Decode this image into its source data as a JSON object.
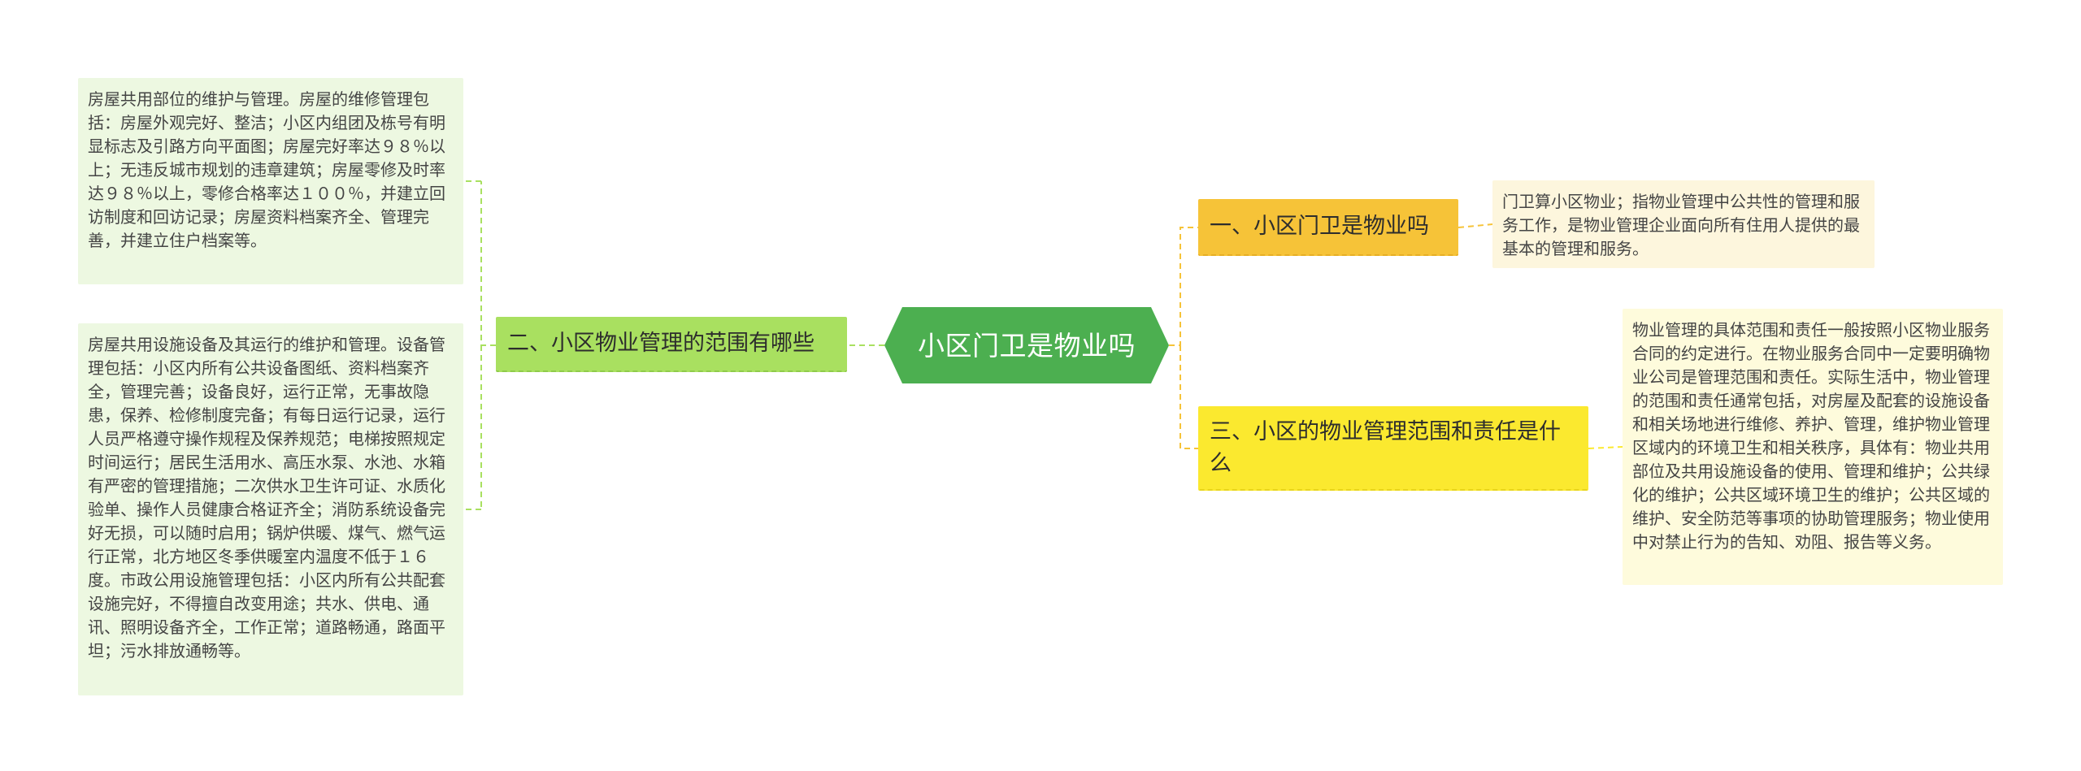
{
  "root": {
    "label": "小区门卫是物业吗",
    "color": "#4caf50"
  },
  "branches": {
    "left": {
      "label": "二、小区物业管理的范围有哪些",
      "color": "#a9e060",
      "leaves": [
        "房屋共用部位的维护与管理。房屋的维修管理包括：房屋外观完好、整洁；小区内组团及栋号有明显标志及引路方向平面图；房屋完好率达９８％以上；无违反城市规划的违章建筑；房屋零修及时率达９８％以上，零修合格率达１００％，并建立回访制度和回访记录；房屋资料档案齐全、管理完善，并建立住户档案等。",
        "房屋共用设施设备及其运行的维护和管理。设备管理包括：小区内所有公共设备图纸、资料档案齐全，管理完善；设备良好，运行正常，无事故隐患，保养、检修制度完备；有每日运行记录，运行人员严格遵守操作规程及保养规范；电梯按照规定时间运行；居民生活用水、高压水泵、水池、水箱有严密的管理措施；二次供水卫生许可证、水质化验单、操作人员健康合格证齐全；消防系统设备完好无损，可以随时启用；锅炉供暖、煤气、燃气运行正常，北方地区冬季供暖室内温度不低于１６度。市政公用设施管理包括：小区内所有公共配套设施完好，不得擅自改变用途；共水、供电、通讯、照明设备齐全，工作正常；道路畅通，路面平坦；污水排放通畅等。"
      ]
    },
    "right1": {
      "label": "一、小区门卫是物业吗",
      "color": "#f6c338",
      "leaf": "门卫算小区物业；指物业管理中公共性的管理和服务工作，是物业管理企业面向所有住用人提供的最基本的管理和服务。"
    },
    "right2": {
      "label": "三、小区的物业管理范围和责任是什么",
      "color": "#fbe92f",
      "leaf": "物业管理的具体范围和责任一般按照小区物业服务合同的约定进行。在物业服务合同中一定要明确物业公司是管理范围和责任。实际生活中，物业管理的范围和责任通常包括，对房屋及配套的设施设备和相关场地进行维修、养护、管理，维护物业管理区域内的环境卫生和相关秩序，具体有：物业共用部位及共用设施设备的使用、管理和维护；公共绿化的维护；公共区域环境卫生的维护；公共区域的维护、安全防范等事项的协助管理服务；物业使用中对禁止行为的告知、劝阻、报告等义务。"
    }
  },
  "connector_colors": {
    "left": "#a9e060",
    "right": "#f6c338"
  }
}
